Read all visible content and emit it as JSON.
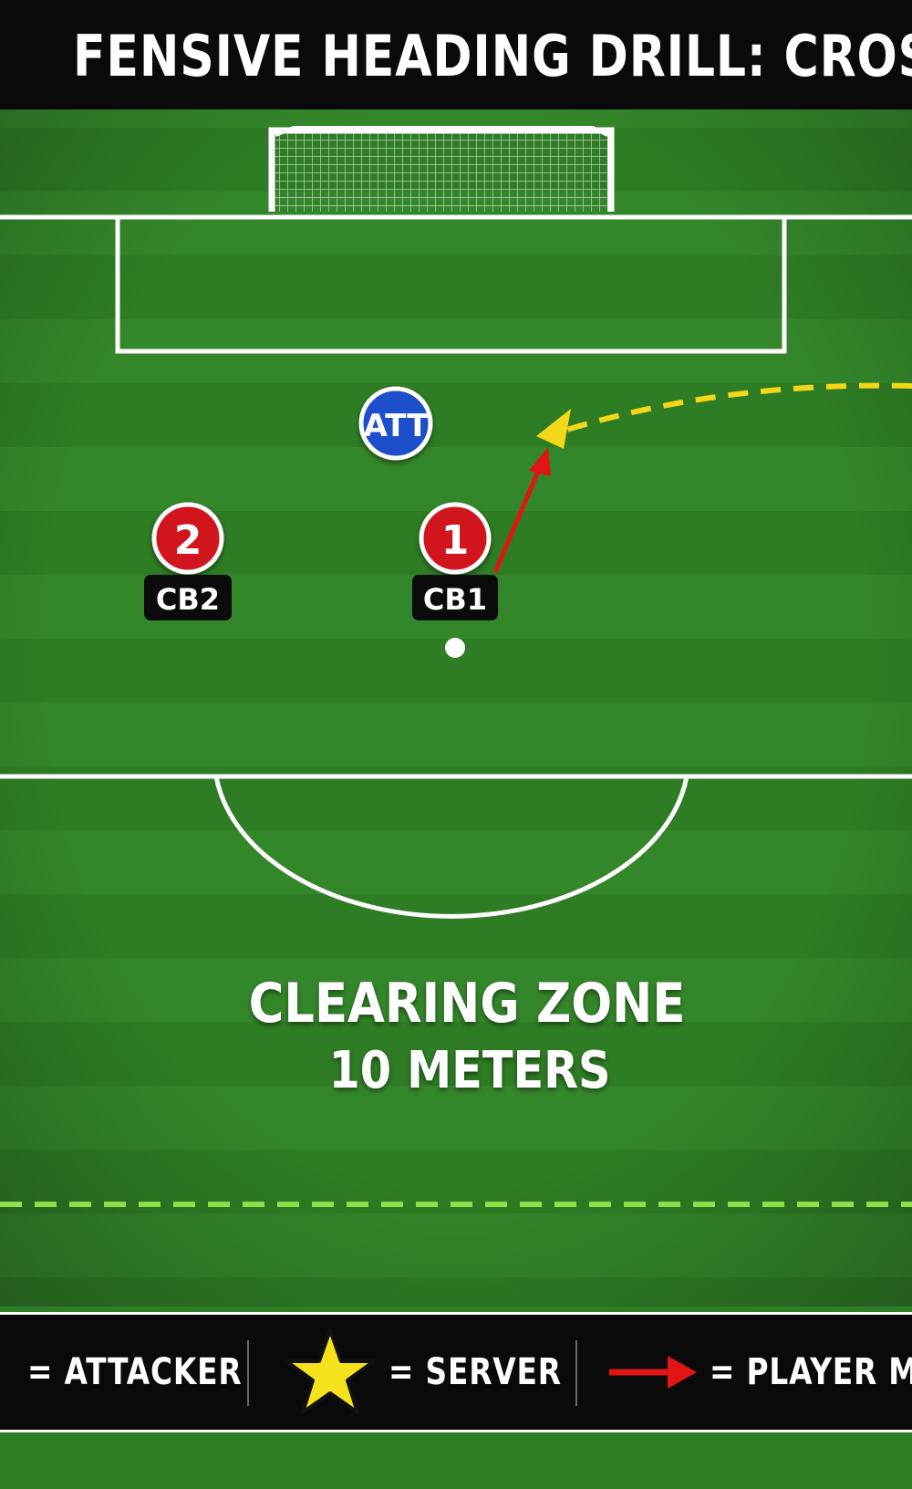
{
  "title": "FENSIVE HEADING DRILL: CROSS & CLE",
  "players": [
    {
      "id": "att",
      "badge": "ATT",
      "team": "attacker",
      "color": "#1e4fc9"
    },
    {
      "id": "cb2",
      "badge": "2",
      "label": "CB2",
      "team": "defender",
      "color": "#d0161b"
    },
    {
      "id": "cb1",
      "badge": "1",
      "label": "CB1",
      "team": "defender",
      "color": "#d0161b"
    }
  ],
  "zone": {
    "title": "CLEARING ZONE",
    "subtitle": "10 METERS"
  },
  "legend": {
    "attacker_label": "= ATTACKER",
    "server_label": "= SERVER",
    "movement_label": "= PLAYER MOVEN"
  },
  "colors": {
    "grass_dark": "#2b7522",
    "grass_light": "#358a2b",
    "line": "#ffffff",
    "cross_path": "#f2d71a",
    "movement": "#e11515",
    "zone_line": "#8ee04a",
    "star": "#f5e21c"
  }
}
